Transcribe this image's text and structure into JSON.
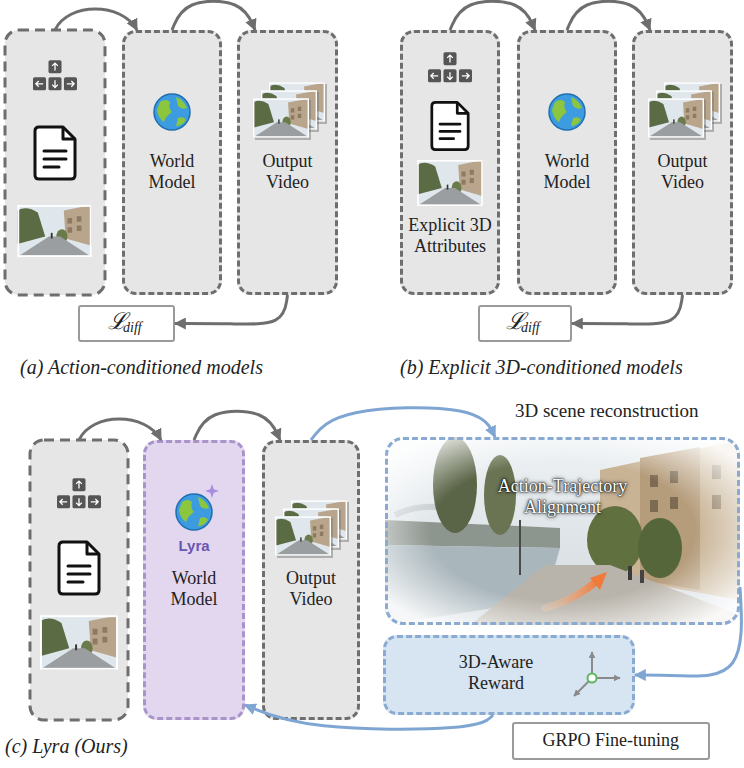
{
  "diagram": {
    "nodes": [
      {
        "text": [
          "World Model"
        ]
      },
      {
        "text": [
          "Output Video"
        ]
      },
      {
        "text": [
          "ℒ",
          "diff"
        ]
      },
      {
        "text": [
          "Explicit 3D Attributes"
        ]
      },
      {
        "text": [
          "World Model"
        ]
      },
      {
        "text": [
          "Output Video"
        ]
      },
      {
        "text": [
          "ℒ",
          "diff"
        ]
      },
      {
        "text": [
          "Lyra",
          "World Model"
        ]
      },
      {
        "text": [
          "Output Video"
        ]
      },
      {
        "text": [
          "Action-Trajectory Alignment"
        ]
      },
      {
        "text": [
          "3D-Aware Reward"
        ]
      },
      {
        "text": [
          "GRPO Fine-tuning"
        ]
      }
    ],
    "edges": [
      {
        "from": 0,
        "to": 1,
        "arrow": "to"
      },
      {
        "from": 1,
        "to": 2,
        "arrow": "to"
      },
      {
        "from": 3,
        "to": 4,
        "arrow": "to"
      },
      {
        "from": 4,
        "to": 5,
        "arrow": "to"
      },
      {
        "from": 5,
        "to": 6,
        "arrow": "to"
      },
      {
        "from": 7,
        "to": 8,
        "arrow": "to"
      },
      {
        "from": 8,
        "to": 9,
        "arrow": "to",
        "label": "3D scene reconstruction"
      },
      {
        "from": 9,
        "to": 10,
        "arrow": "to"
      },
      {
        "from": 10,
        "to": 7,
        "arrow": "to"
      }
    ],
    "labels": [
      "(a) Action-conditioned models",
      "(b) Explicit 3D-conditioned models",
      "(c) Lyra (Ours)"
    ]
  }
}
